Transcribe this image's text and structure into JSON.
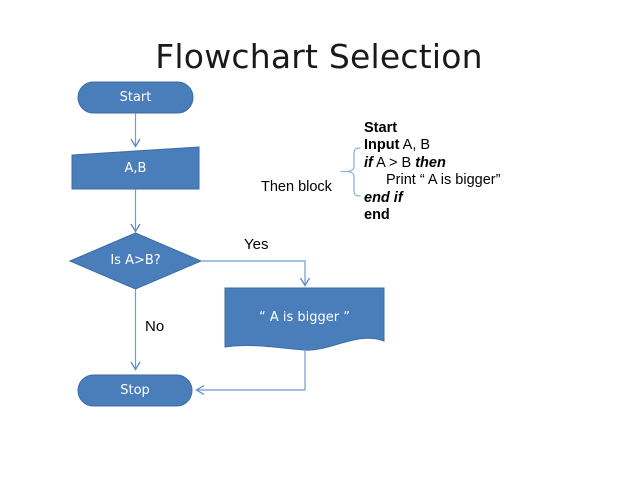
{
  "slide": {
    "title": "Flowchart Selection",
    "background_color": "#ffffff"
  },
  "theme": {
    "shape_fill": "#4a7ebb",
    "shape_border": "#3b6ca6",
    "shape_text": "#ffffff",
    "connector": "#6f9bd1",
    "brace": "#8fb4dd",
    "text": "#000000"
  },
  "flowchart": {
    "nodes": [
      {
        "id": "start",
        "shape": "terminator",
        "label": "Start"
      },
      {
        "id": "input",
        "shape": "manual-input",
        "label": "A,B"
      },
      {
        "id": "decision",
        "shape": "decision",
        "label": "Is A>B?"
      },
      {
        "id": "print",
        "shape": "document",
        "label": "“ A is bigger ”"
      },
      {
        "id": "stop",
        "shape": "terminator",
        "label": "Stop"
      }
    ],
    "edges": [
      {
        "from": "start",
        "to": "input",
        "label": ""
      },
      {
        "from": "input",
        "to": "decision",
        "label": ""
      },
      {
        "from": "decision",
        "to": "print",
        "label": "Yes"
      },
      {
        "from": "decision",
        "to": "stop",
        "label": "No"
      },
      {
        "from": "print",
        "to": "stop",
        "label": ""
      }
    ]
  },
  "annotation": {
    "then_block_label": "Then block"
  },
  "pseudocode": {
    "lines": [
      {
        "id": "l1",
        "bold": "Start",
        "plain": "",
        "bold_italic_tail": ""
      },
      {
        "id": "l2",
        "bold": "Input",
        "plain": " A, B",
        "bold_italic_tail": ""
      },
      {
        "id": "l3",
        "bold_italic": "if",
        "plain": " A > B ",
        "bold_italic_tail": "then"
      },
      {
        "id": "l4",
        "plain": "Print “ A is bigger”"
      },
      {
        "id": "l5",
        "bold_italic": "end if"
      },
      {
        "id": "l6",
        "bold": "end"
      }
    ]
  }
}
